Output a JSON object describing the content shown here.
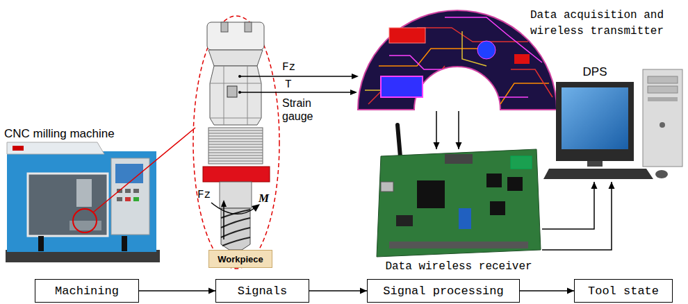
{
  "diagram": {
    "nodes": [
      {
        "text": [
          "CNC milling machine"
        ]
      },
      {
        "text": [
          "Workpiece"
        ]
      },
      {
        "text": [
          "Data acquisition and wireless transmitter"
        ]
      },
      {
        "text": [
          "Data wireless receiver"
        ]
      },
      {
        "text": [
          "DPS"
        ]
      },
      {
        "text": [
          "Machining"
        ]
      },
      {
        "text": [
          "Signals"
        ]
      },
      {
        "text": [
          "Signal processing"
        ]
      },
      {
        "text": [
          "Tool state"
        ]
      }
    ],
    "edges": [
      {
        "from": 2,
        "to": 3,
        "arrow": "to"
      },
      {
        "from": 2,
        "to": 3,
        "arrow": "to"
      },
      {
        "from": 3,
        "to": 4,
        "arrow": "to"
      },
      {
        "from": 3,
        "to": 4,
        "arrow": "to"
      },
      {
        "from": 5,
        "to": 6,
        "arrow": "to"
      },
      {
        "from": 6,
        "to": 7,
        "arrow": "to"
      },
      {
        "from": 7,
        "to": 8,
        "arrow": "to"
      }
    ],
    "labels": [
      "Fz",
      "T",
      "Strain gauge",
      "Fz",
      "M"
    ]
  }
}
